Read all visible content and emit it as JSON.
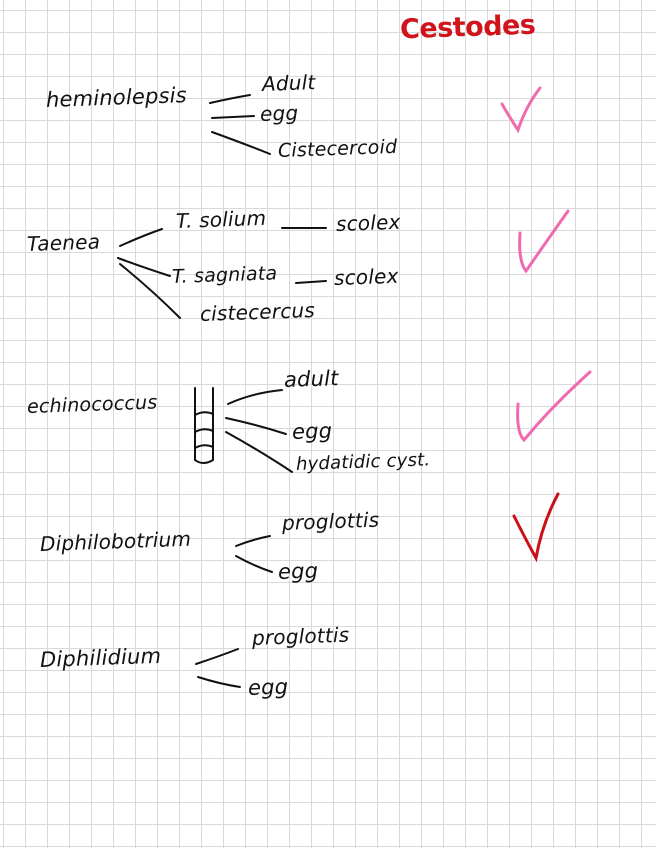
{
  "title": "Cestodes",
  "colors": {
    "ink": "#111111",
    "title": "#d0141c",
    "check_pink": "#f06ab0",
    "check_red": "#cc1018"
  },
  "groups": [
    {
      "name": "heminolepsis",
      "items": [
        "Adult",
        "egg",
        "Cistecercoid"
      ],
      "check": "pink"
    },
    {
      "name": "Taenea",
      "items": [
        "T. solium",
        "scolex",
        "T. sagniata",
        "scolex",
        "cistecercus"
      ],
      "check": "pink"
    },
    {
      "name": "echinococcus",
      "items": [
        "adult",
        "egg",
        "hydatidic cyst."
      ],
      "check": "pink"
    },
    {
      "name": "Diphilobotrium",
      "items": [
        "proglottis",
        "egg"
      ],
      "check": "red"
    },
    {
      "name": "Diphilidium",
      "items": [
        "proglottis",
        "egg"
      ],
      "check": "none"
    }
  ]
}
